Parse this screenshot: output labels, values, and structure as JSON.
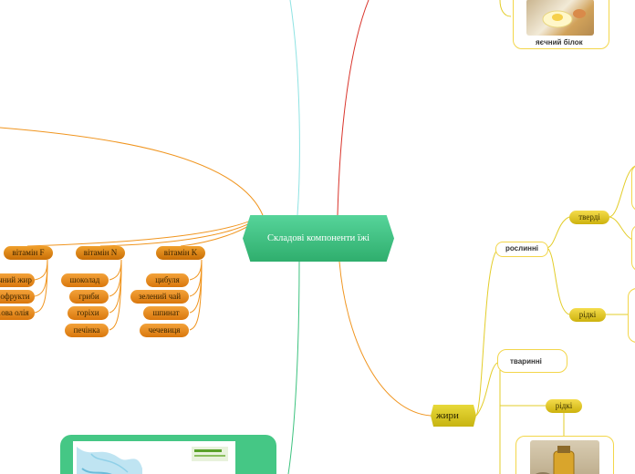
{
  "central": {
    "label": "Складові компоненти їжі"
  },
  "vitamins": {
    "f": {
      "title": "вітамін F",
      "items": [
        "…чний жир",
        "…офрукти",
        "…ова олія"
      ]
    },
    "n": {
      "title": "вітамін N",
      "items": [
        "шоколад",
        "гриби",
        "горіхи",
        "печінка"
      ]
    },
    "k": {
      "title": "вітамін K",
      "items": [
        "цибуля",
        "зелений чай",
        "шпинат",
        "чечевиця"
      ]
    }
  },
  "fats": {
    "label": "жири",
    "plant": {
      "label": "рослинні",
      "solid": "тверді",
      "liquid": "рідкі"
    },
    "animal": {
      "label": "тваринні",
      "liquid": "рідкі"
    }
  },
  "egg": {
    "caption": "яєчний білок"
  },
  "colors": {
    "green": "#3cc27e",
    "orange": "#f0951f",
    "yellow": "#e3cd2a",
    "red": "#d9342b",
    "cyan": "#7fe0e0"
  }
}
